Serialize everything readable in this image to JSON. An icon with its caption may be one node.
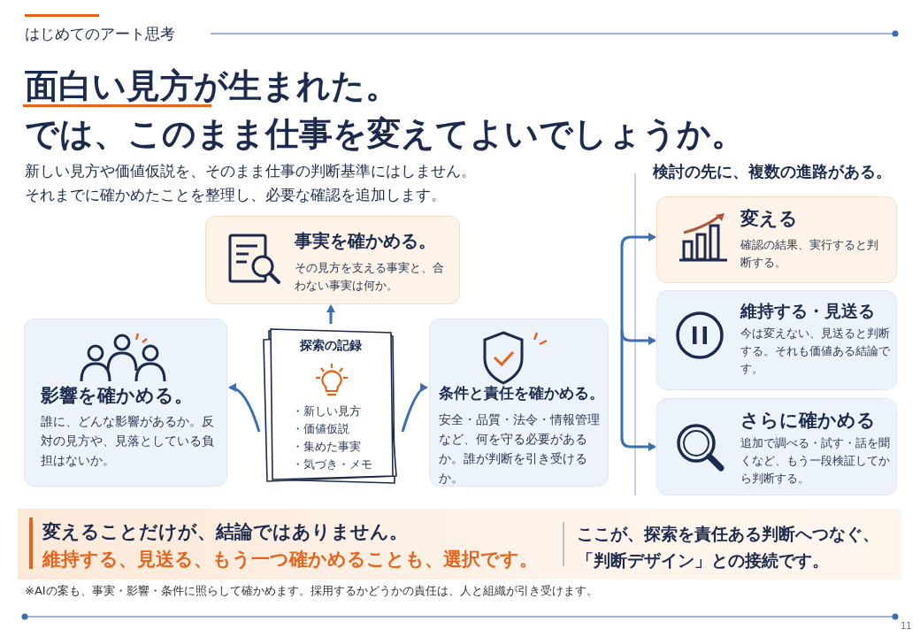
{
  "diagram": {
    "title": "面白い見方が生まれた。では、このまま仕事を変えてよいでしょうか。",
    "nodes": [
      {
        "text": [
          "探索の記録",
          "・新しい見方",
          "・価値仮説",
          "・集めた事実",
          "・気づき・メモ"
        ]
      },
      {
        "text": [
          "事実を確かめる。",
          "その見方を支える事実と、合わない事実は何か。"
        ]
      },
      {
        "text": [
          "影響を確かめる。",
          "誰に、どんな影響があるか。反対の見方や、見落としている負担はないか。"
        ]
      },
      {
        "text": [
          "条件と責任を確かめる。",
          "安全・品質・法令・情報管理など、何を守る必要があるか。誰が判断を引き受けるか。"
        ]
      },
      {
        "text": [
          "変える",
          "確認の結果、実行すると判断する。"
        ]
      },
      {
        "text": [
          "維持する・見送る",
          "今は変えない、見送ると判断する。それも価値ある結論です。"
        ]
      },
      {
        "text": [
          "さらに確かめる",
          "追加で調べる・試す・話を聞くなど、もう一段検証してから判断する。"
        ]
      }
    ],
    "edges": [
      {
        "from": 0,
        "to": 1,
        "arrow": "to"
      },
      {
        "from": 0,
        "to": 2,
        "arrow": "to"
      },
      {
        "from": 0,
        "to": 3,
        "arrow": "to"
      },
      {
        "from": null,
        "to": 4,
        "arrow": "to"
      },
      {
        "from": null,
        "to": 5,
        "arrow": "to"
      },
      {
        "from": null,
        "to": 6,
        "arrow": "to"
      }
    ],
    "labels": [
      "はじめてのアート思考",
      "新しい見方や価値仮説を、そのまま仕事の判断基準にはしません。それまでに確かめたことを整理し、必要な確認を追加します。",
      "検討の先に、複数の進路がある。",
      "変えることだけが、結論ではありません。",
      "維持する、見送る、もう一つ確かめることも、選択です。",
      "ここが、探索を責任ある判断へつなぐ、**「判断デザイン」**との接続です。",
      "※AIの案も、事実・影響・条件に照らして確かめます。採用するかどうかの責任は、人と組織が引き受けます。",
      "11"
    ]
  }
}
